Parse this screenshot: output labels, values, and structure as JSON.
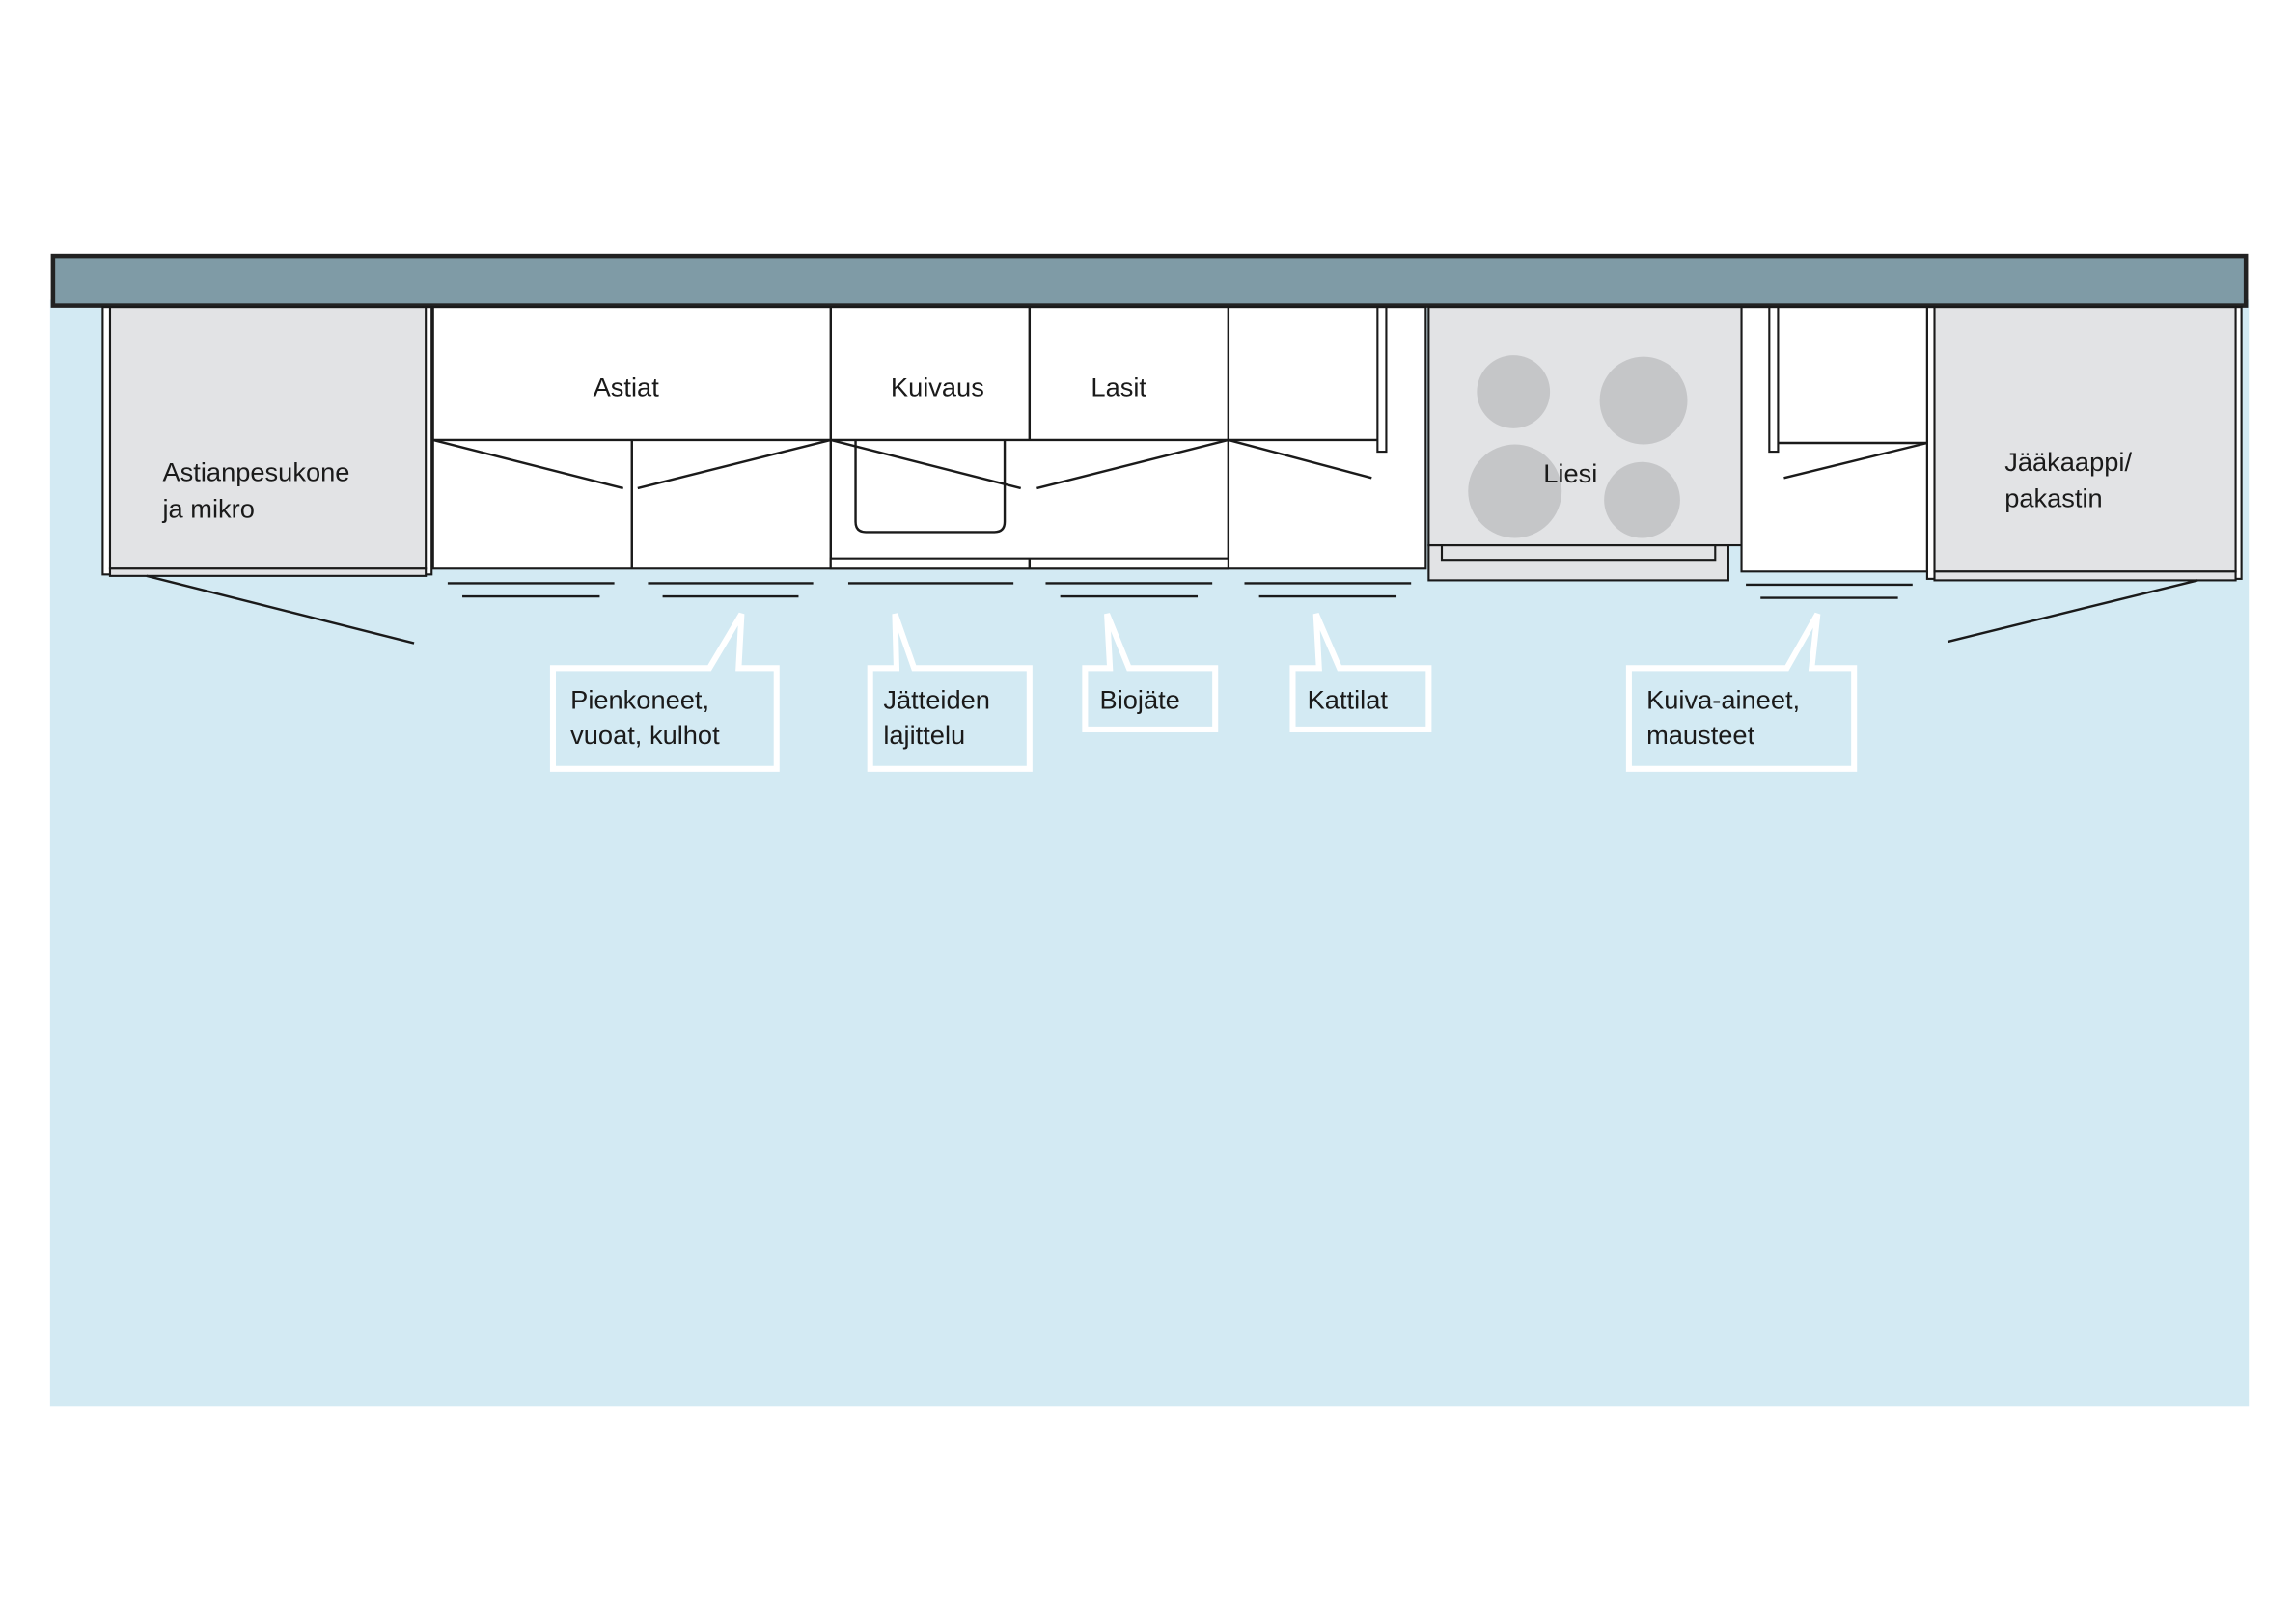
{
  "colors": {
    "floor": "#d3eaf3",
    "countertop": "#7f9ba6",
    "appliance": "#e2e3e5",
    "burner": "#c5c6c8"
  },
  "cabinets": {
    "dishwasher": [
      "Astianpesukone",
      "ja mikro"
    ],
    "dishes": "Astiat",
    "drying": "Kuivaus",
    "glasses": "Lasit",
    "stove": "Liesi",
    "fridge": [
      "Jääkaappi/",
      "pakastin"
    ]
  },
  "callouts": {
    "small_appliances": [
      "Pienkoneet,",
      "vuoat, kulhot"
    ],
    "waste_sorting": [
      "Jätteiden",
      "lajittelu"
    ],
    "biowaste": [
      "Biojäte"
    ],
    "pots": [
      "Kattilat"
    ],
    "dry_goods": [
      "Kuiva-aineet,",
      "mausteet"
    ]
  }
}
